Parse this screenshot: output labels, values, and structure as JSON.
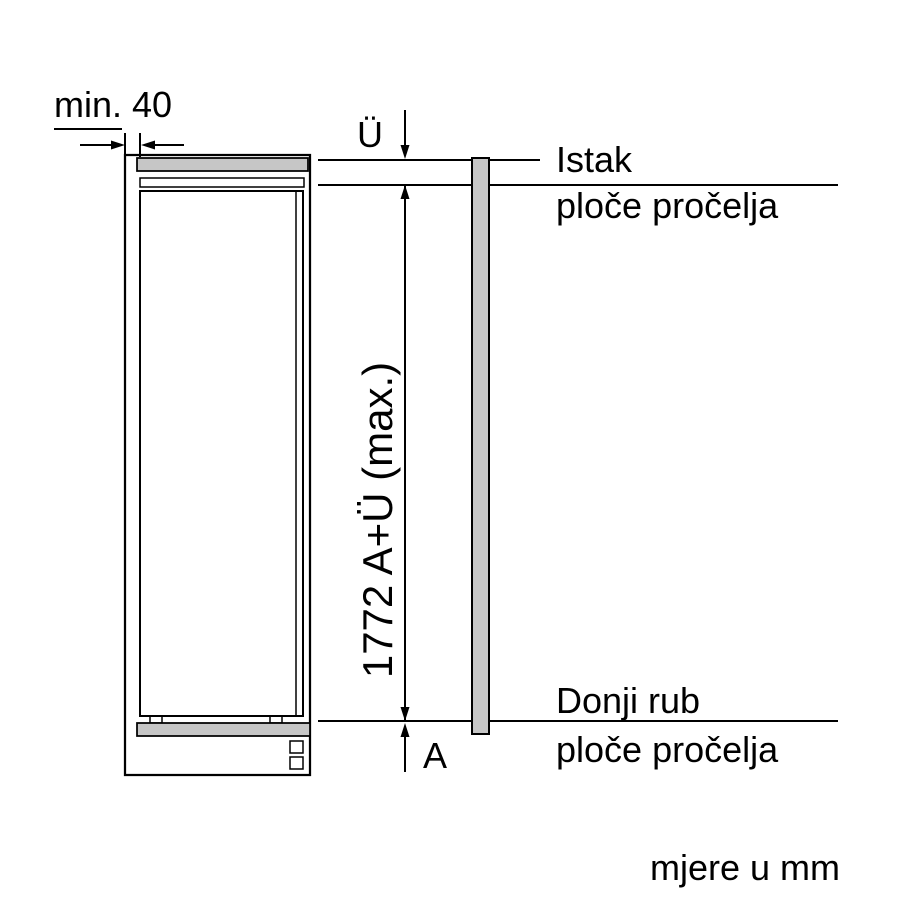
{
  "diagram": {
    "labels": {
      "min_gap": "min. 40",
      "top_overhang": "Ü",
      "main_dimension": "1772 A+Ü (max.)",
      "bottom_overhang": "A",
      "top_edge_line1": "Istak",
      "top_edge_line2": "ploče pročelja",
      "bottom_edge_line1": "Donji rub",
      "bottom_edge_line2": "ploče pročelja",
      "units_note": "mjere u mm"
    },
    "colors": {
      "line": "#000000",
      "panel_fill": "#c6c6c6",
      "background": "#ffffff"
    }
  }
}
